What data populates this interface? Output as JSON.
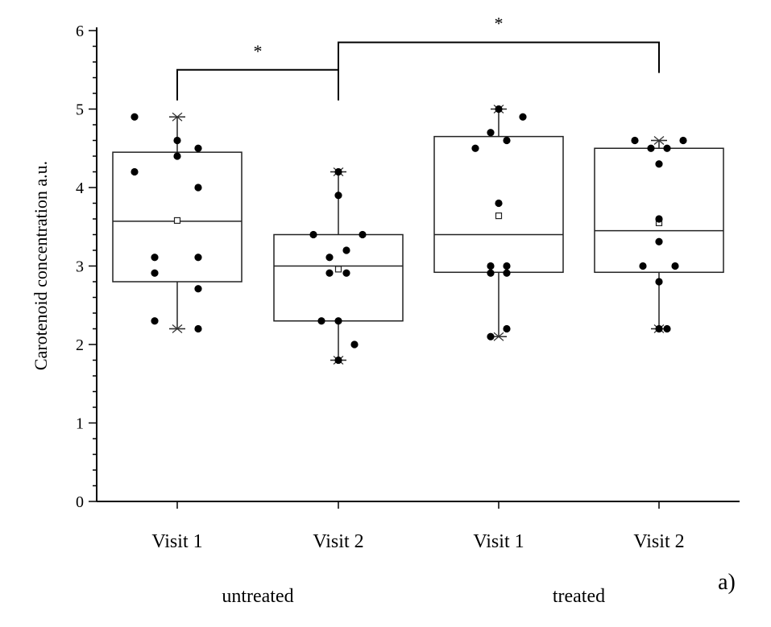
{
  "chart_data": {
    "type": "box",
    "ylabel": "Carotenoid concentration a.u.",
    "ylim": [
      0,
      6
    ],
    "yticks": [
      "0",
      "1",
      "2",
      "3",
      "4",
      "5",
      "6"
    ],
    "categories": [
      "Visit 1",
      "Visit 2",
      "Visit 1",
      "Visit 2"
    ],
    "groups": [
      {
        "label": "untreated",
        "categories": [
          0,
          1
        ]
      },
      {
        "label": "treated",
        "categories": [
          2,
          3
        ]
      }
    ],
    "panel_tag": "a)",
    "boxes": [
      {
        "q1": 2.8,
        "median": 3.57,
        "q3": 4.45,
        "whisker_low": 2.2,
        "whisker_high": 4.9,
        "mean": 3.58,
        "min": 2.2,
        "max": 4.9
      },
      {
        "q1": 2.3,
        "median": 3.0,
        "q3": 3.4,
        "whisker_low": 1.8,
        "whisker_high": 4.2,
        "mean": 2.96,
        "min": 1.8,
        "max": 4.2
      },
      {
        "q1": 2.92,
        "median": 3.4,
        "q3": 4.65,
        "whisker_low": 2.1,
        "whisker_high": 5.0,
        "mean": 3.64,
        "min": 2.1,
        "max": 5.0
      },
      {
        "q1": 2.92,
        "median": 3.45,
        "q3": 4.5,
        "whisker_low": 2.2,
        "whisker_high": 4.6,
        "mean": 3.55,
        "min": 2.2,
        "max": 4.6
      }
    ],
    "points": [
      [
        {
          "dx": -0.53,
          "y": 4.9
        },
        {
          "dx": -0.53,
          "y": 4.2
        },
        {
          "dx": -0.28,
          "y": 3.11
        },
        {
          "dx": -0.28,
          "y": 2.91
        },
        {
          "dx": -0.28,
          "y": 2.3
        },
        {
          "dx": 0.0,
          "y": 4.6
        },
        {
          "dx": 0.0,
          "y": 4.4
        },
        {
          "dx": 0.26,
          "y": 4.5
        },
        {
          "dx": 0.26,
          "y": 4.0
        },
        {
          "dx": 0.26,
          "y": 3.11
        },
        {
          "dx": 0.26,
          "y": 2.71
        },
        {
          "dx": 0.26,
          "y": 2.2
        }
      ],
      [
        {
          "dx": -0.31,
          "y": 3.4
        },
        {
          "dx": -0.21,
          "y": 2.3
        },
        {
          "dx": -0.11,
          "y": 3.11
        },
        {
          "dx": -0.11,
          "y": 2.91
        },
        {
          "dx": 0.0,
          "y": 4.2
        },
        {
          "dx": 0.0,
          "y": 3.9
        },
        {
          "dx": 0.0,
          "y": 2.3
        },
        {
          "dx": 0.0,
          "y": 1.8
        },
        {
          "dx": 0.1,
          "y": 3.2
        },
        {
          "dx": 0.1,
          "y": 2.91
        },
        {
          "dx": 0.2,
          "y": 2.0
        },
        {
          "dx": 0.3,
          "y": 3.4
        }
      ],
      [
        {
          "dx": -0.29,
          "y": 4.5
        },
        {
          "dx": -0.1,
          "y": 4.7
        },
        {
          "dx": -0.1,
          "y": 3.0
        },
        {
          "dx": -0.1,
          "y": 2.91
        },
        {
          "dx": -0.1,
          "y": 2.1
        },
        {
          "dx": 0.0,
          "y": 5.0
        },
        {
          "dx": 0.0,
          "y": 3.8
        },
        {
          "dx": 0.1,
          "y": 4.6
        },
        {
          "dx": 0.1,
          "y": 3.0
        },
        {
          "dx": 0.1,
          "y": 2.91
        },
        {
          "dx": 0.1,
          "y": 2.2
        },
        {
          "dx": 0.3,
          "y": 4.9
        }
      ],
      [
        {
          "dx": -0.3,
          "y": 4.6
        },
        {
          "dx": -0.2,
          "y": 3.0
        },
        {
          "dx": -0.1,
          "y": 4.5
        },
        {
          "dx": 0.0,
          "y": 4.3
        },
        {
          "dx": 0.0,
          "y": 3.6
        },
        {
          "dx": 0.0,
          "y": 3.31
        },
        {
          "dx": 0.0,
          "y": 2.8
        },
        {
          "dx": 0.0,
          "y": 2.2
        },
        {
          "dx": 0.1,
          "y": 4.5
        },
        {
          "dx": 0.1,
          "y": 2.2
        },
        {
          "dx": 0.2,
          "y": 3.0
        },
        {
          "dx": 0.3,
          "y": 4.6
        }
      ]
    ],
    "significance": [
      {
        "from": 0,
        "to": 1,
        "y": 5.5,
        "label": "*"
      },
      {
        "from": 1,
        "to": 3,
        "y": 5.85,
        "label": "*"
      }
    ]
  }
}
